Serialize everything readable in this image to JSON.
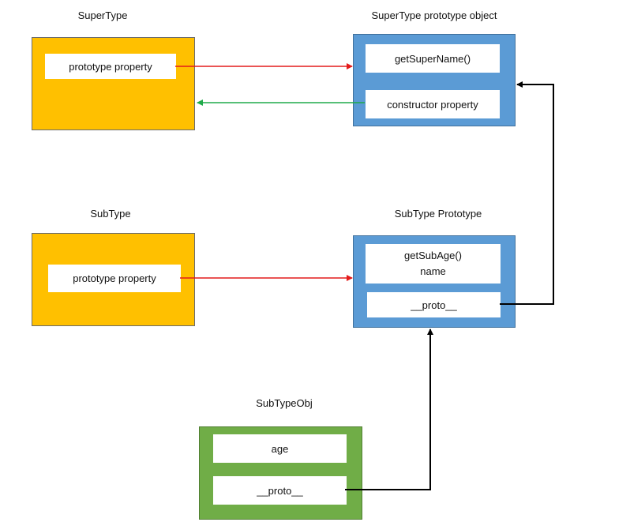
{
  "supertype": {
    "title": "SuperType",
    "prototype_label": "prototype property"
  },
  "supertype_proto": {
    "title": "SuperType prototype object",
    "method_label": "getSuperName()",
    "constructor_label": "constructor property"
  },
  "subtype": {
    "title": "SubType",
    "prototype_label": "prototype property"
  },
  "subtype_proto": {
    "title": "SubType Prototype",
    "method_label": "getSubAge()",
    "name_label": "name",
    "proto_label": "__proto__"
  },
  "subtype_obj": {
    "title": "SubTypeObj",
    "age_label": "age",
    "proto_label": "__proto__"
  },
  "colors": {
    "yellow": "#ffc000",
    "blue": "#5b9bd5",
    "green": "#70ad47",
    "arrow_red": "#e41b1b",
    "arrow_green": "#1faa4a",
    "arrow_black": "#000000"
  }
}
